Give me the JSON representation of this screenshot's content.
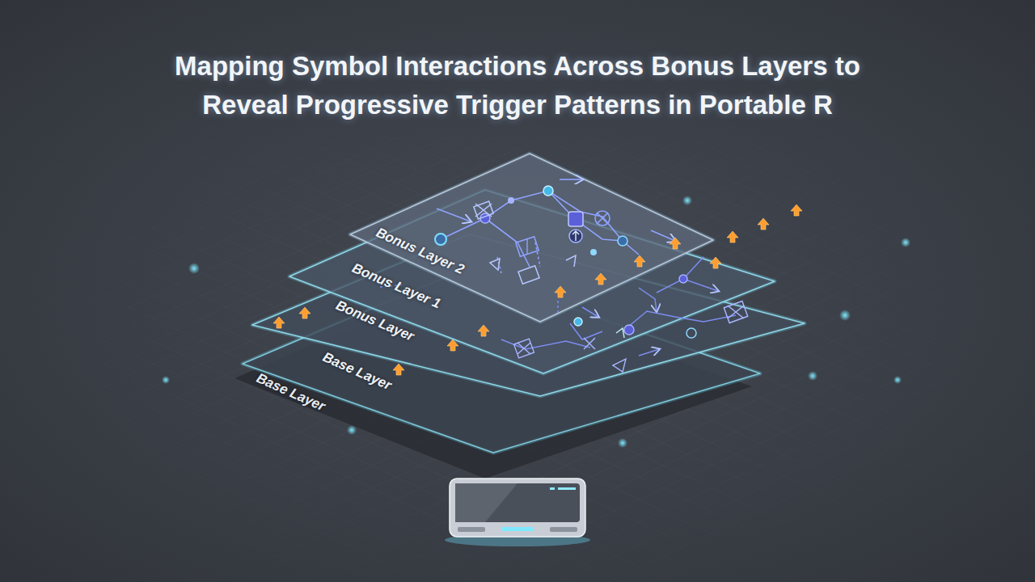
{
  "diagram": {
    "title": "Mapping Symbol Interactions Across Bonus Layers to Reveal Progressive Trigger Patterns in Portable R",
    "nodes": [
      {
        "text": [
          "Bonus Layer 2"
        ]
      },
      {
        "text": [
          "Bonus Layer 1"
        ]
      },
      {
        "text": [
          "Bonus Layer"
        ]
      },
      {
        "text": [
          "Base Layer"
        ]
      }
    ],
    "labels": [
      "Base Layer"
    ]
  }
}
